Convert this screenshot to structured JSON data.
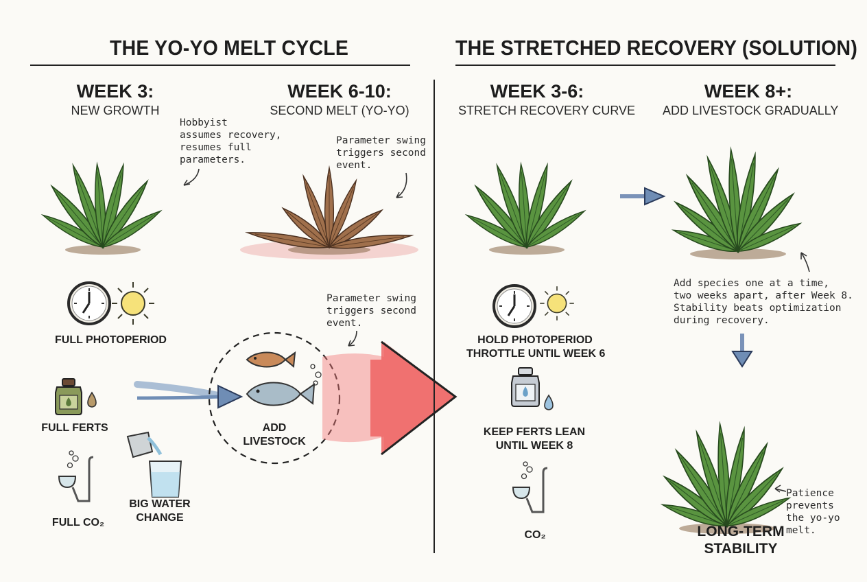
{
  "left_panel": {
    "title": "THE YO-YO MELT CYCLE",
    "week_a": {
      "heading": "WEEK 3:",
      "subtitle": "NEW GROWTH"
    },
    "week_b": {
      "heading": "WEEK 6-10:",
      "subtitle": "SECOND MELT (YO-YO)"
    },
    "note_hobbyist": "Hobbyist\nassumes recovery,\nresumes full\nparameters.",
    "note_swing_top": "Parameter swing\ntriggers second\nevent.",
    "note_swing_mid": "Parameter swing\ntriggers second\nevent.",
    "labels": {
      "photoperiod": "FULL PHOTOPERIOD",
      "ferts": "FULL FERTS",
      "co2": "FULL CO₂",
      "water_change": "BIG WATER\nCHANGE",
      "livestock": "ADD\nLIVESTOCK"
    }
  },
  "right_panel": {
    "title": "THE STRETCHED RECOVERY (SOLUTION)",
    "week_a": {
      "heading": "WEEK 3-6:",
      "subtitle": "STRETCH RECOVERY CURVE"
    },
    "week_b": {
      "heading": "WEEK 8+:",
      "subtitle": "ADD LIVESTOCK GRADUALLY"
    },
    "note_species": "Add species one at a time,\ntwo weeks apart, after Week 8.\nStability beats optimization\nduring recovery.",
    "note_patience": "Patience\nprevents\nthe yo-yo\nmelt.",
    "labels": {
      "photoperiod": "HOLD PHOTOPERIOD\nTHROTTLE UNTIL WEEK 6",
      "ferts": "KEEP FERTS LEAN\nUNTIL WEEK 8",
      "co2": "CO₂",
      "stability": "LONG-TERM\nSTABILITY"
    }
  },
  "colors": {
    "leaf": "#4f8a3a",
    "leaf_dark": "#2f5a26",
    "melt": "#9a6a48",
    "red_arrow": "#ef5b5b",
    "blue_arrow": "#6f8db5"
  }
}
